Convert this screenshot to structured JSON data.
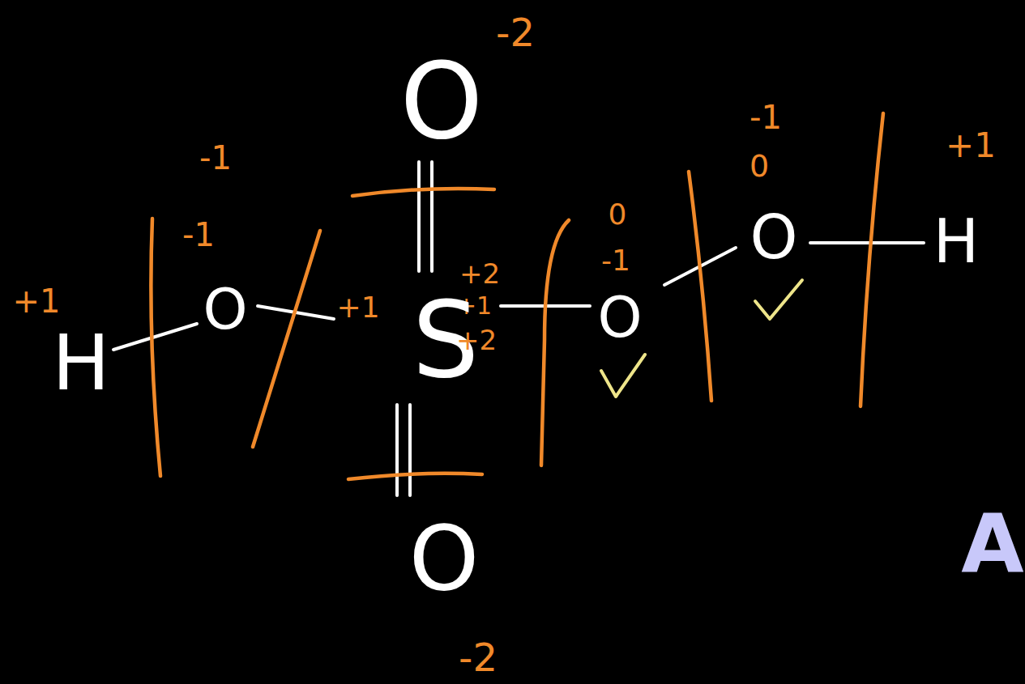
{
  "diagram": {
    "labels": [
      "-2",
      "O",
      "-1",
      "+1",
      "-1",
      "0",
      "0",
      "-1",
      "O",
      "H",
      "-1",
      "+2",
      "+1",
      "+1",
      "O",
      "+1",
      "O",
      "S",
      "+2",
      "H",
      "A",
      "O",
      "-2"
    ]
  }
}
